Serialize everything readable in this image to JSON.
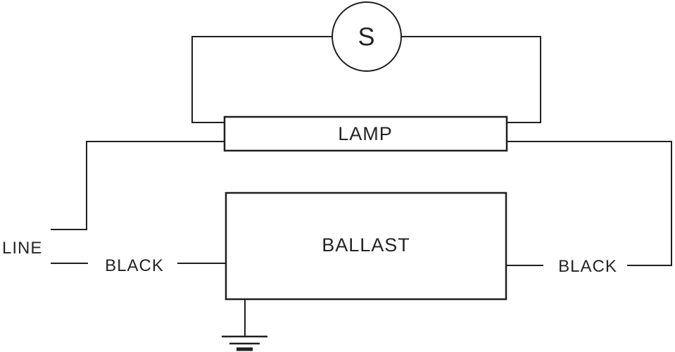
{
  "diagram": {
    "starter": {
      "label": "S"
    },
    "lamp": {
      "label": "LAMP"
    },
    "ballast": {
      "label": "BALLAST"
    },
    "terminals": {
      "line": "LINE",
      "black_left": "BLACK",
      "black_right": "BLACK"
    },
    "colors": {
      "wire": "#1f1f1f",
      "background": "#ffffff"
    }
  }
}
